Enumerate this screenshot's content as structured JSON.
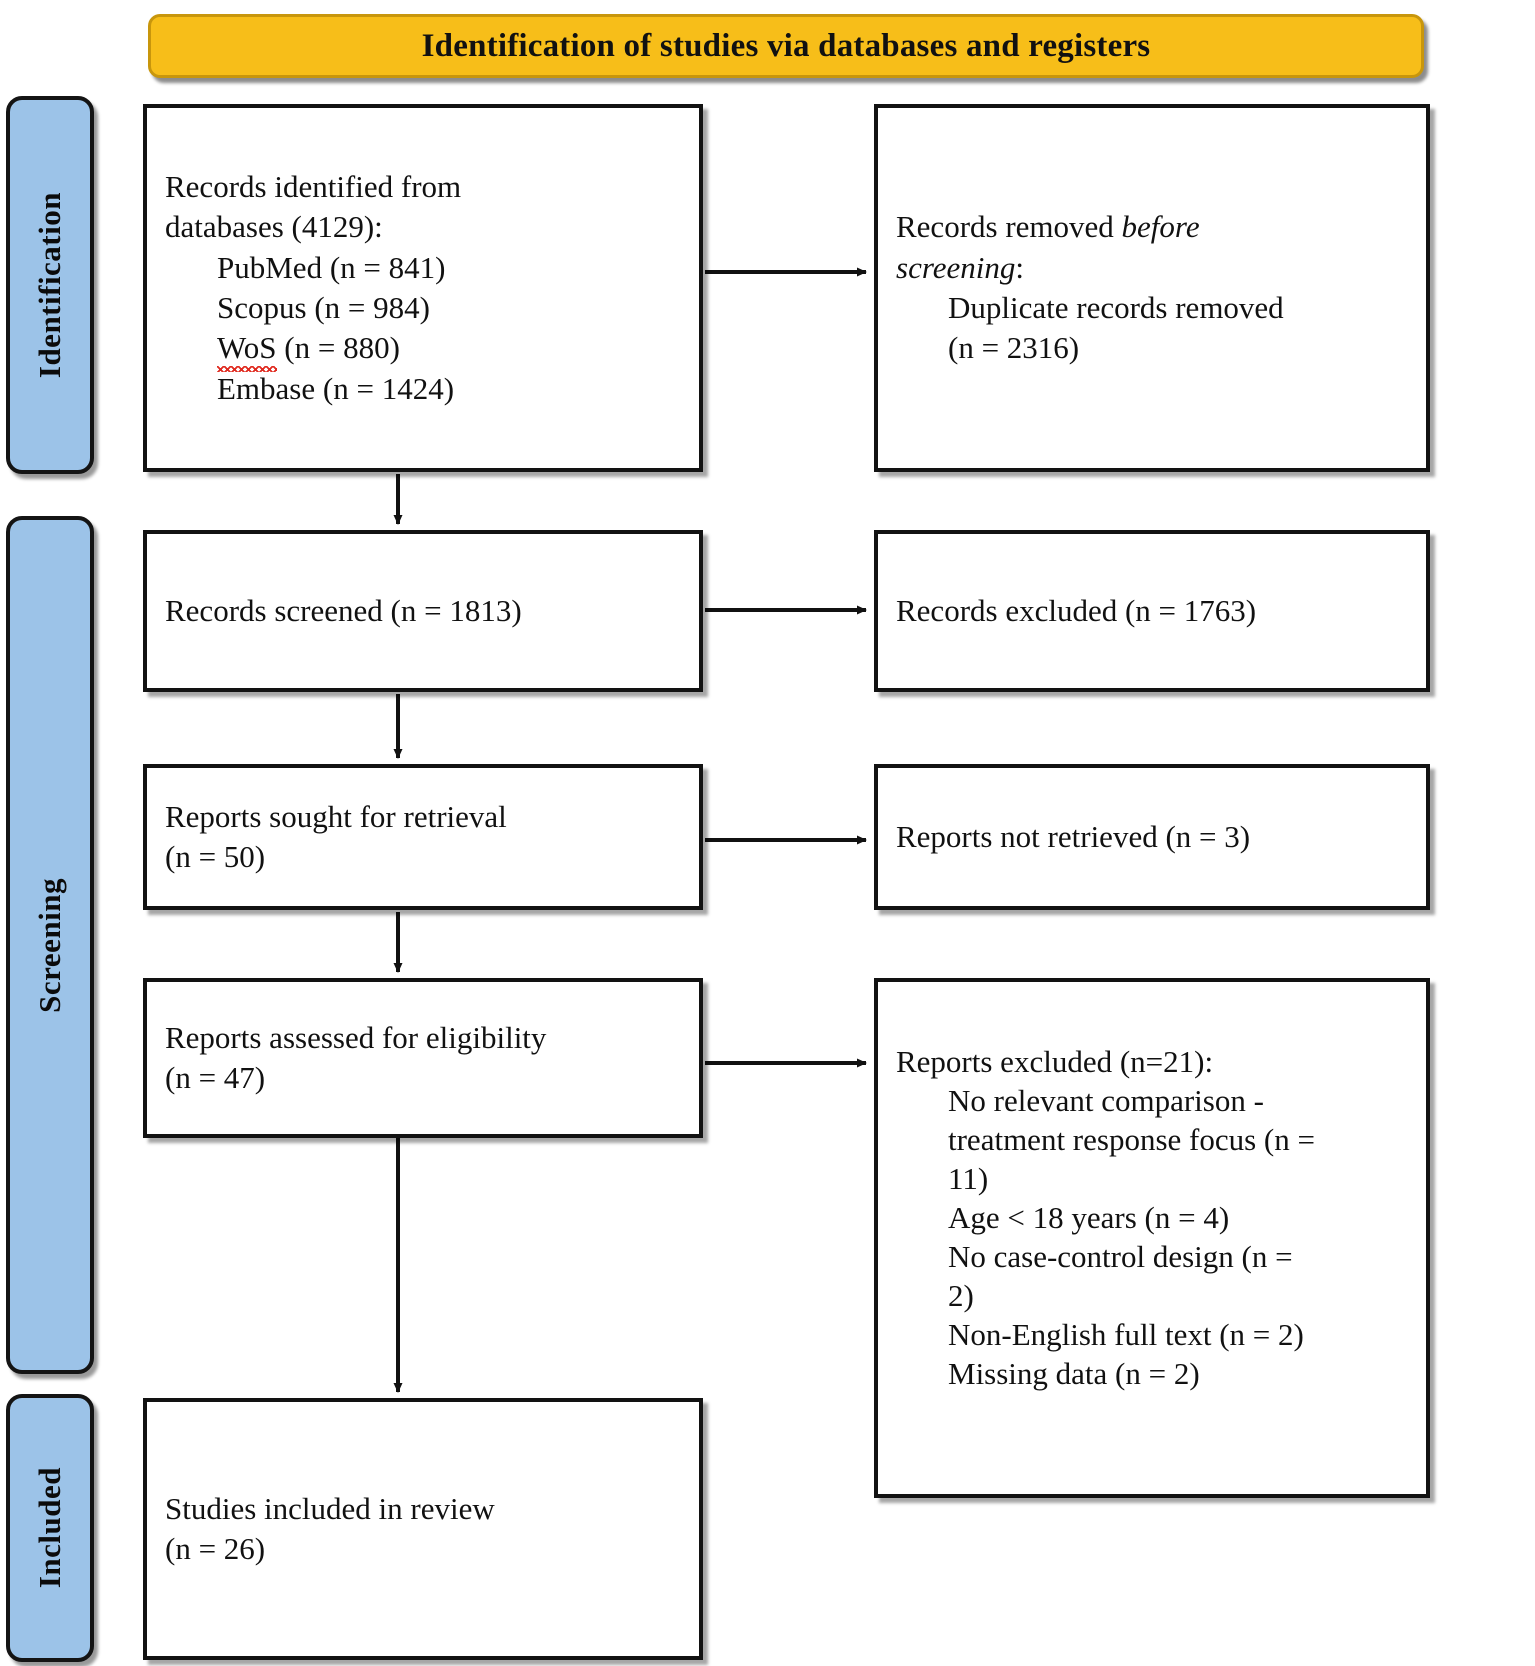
{
  "header": {
    "title": "Identification of studies via databases and registers",
    "bg_color": "#F7BE19",
    "border_color": "#C8960C"
  },
  "stages": {
    "color": "#9CC3E8",
    "items": [
      {
        "key": "identification",
        "label": "Identification"
      },
      {
        "key": "screening",
        "label": "Screening"
      },
      {
        "key": "included",
        "label": "Included"
      }
    ]
  },
  "boxes": {
    "identified": {
      "title": "Records identified from",
      "subtitle": "databases (4129):",
      "sources": [
        "PubMed (n = 841)",
        "Scopus (n = 984)",
        "WoS (n = 880)",
        "Embase (n = 1424)"
      ],
      "wos_prefix": "WoS",
      "wos_suffix": " (n = 880)"
    },
    "removed": {
      "line1_normal": "Records removed ",
      "line1_italic": "before",
      "line2_italic": "screening",
      "line2_tail": ":",
      "detail1": "Duplicate records removed",
      "detail2": "(n = 2316)"
    },
    "screened": {
      "text": "Records screened (n = 1813)"
    },
    "excluded": {
      "text": "Records excluded (n = 1763)"
    },
    "sought": {
      "line1": "Reports sought for retrieval",
      "line2": "(n = 50)"
    },
    "not_retrieved": {
      "text": "Reports not retrieved (n = 3)"
    },
    "assessed": {
      "line1": "Reports assessed for eligibility",
      "line2": "(n = 47)"
    },
    "reports_excluded": {
      "heading": "Reports excluded (n=21):",
      "reasons": [
        "No relevant comparison -",
        "treatment response focus (n =",
        "11)",
        "Age < 18 years (n = 4)",
        "No case-control design (n =",
        "2)",
        "Non-English full text (n = 2)",
        "Missing data (n = 2)"
      ]
    },
    "included": {
      "line1": "Studies included in review",
      "line2": "(n = 26)"
    }
  }
}
